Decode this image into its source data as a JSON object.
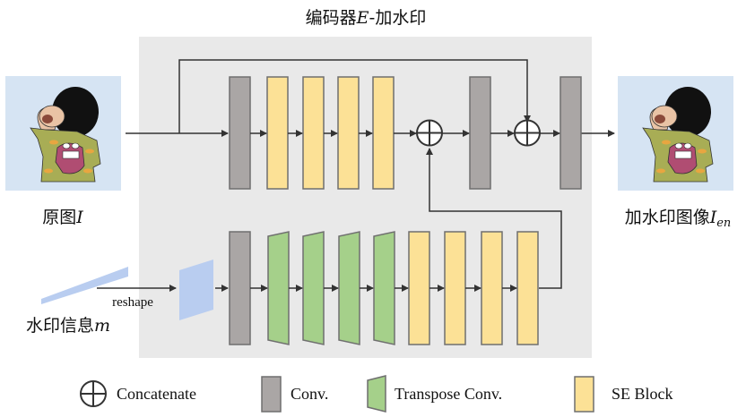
{
  "title": {
    "prefix": "编码器",
    "var": "E",
    "suffix": "-加水印"
  },
  "input_image": {
    "label_prefix": "原图",
    "label_var": "I",
    "subject": "cartoon-character-image"
  },
  "output_image": {
    "label_prefix": "加水印图像",
    "label_var": "I",
    "label_sub": "en",
    "subject": "watermarked-cartoon-character-image"
  },
  "watermark": {
    "label_prefix": "水印信息",
    "label_var": "m",
    "reshape_label": "reshape"
  },
  "colors": {
    "panel": "#e9e9e9",
    "conv": "#aaa6a5",
    "se_block": "#fce196",
    "transpose_conv": "#a5d08a",
    "watermark_shape": "#b9cdf0",
    "image_bg": "#d6e4f3",
    "stroke": "#6f6f6f",
    "arrow": "#333333"
  },
  "top_branch": [
    "conv",
    "se",
    "se",
    "se",
    "se",
    "concat",
    "conv",
    "concat",
    "conv"
  ],
  "bottom_branch": [
    "conv",
    "tconv",
    "tconv",
    "tconv",
    "tconv",
    "se",
    "se",
    "se",
    "se"
  ],
  "legend": [
    {
      "kind": "concat",
      "label": "Concatenate"
    },
    {
      "kind": "conv",
      "label": "Conv."
    },
    {
      "kind": "tconv",
      "label": "Transpose Conv."
    },
    {
      "kind": "se",
      "label": "SE Block"
    }
  ]
}
